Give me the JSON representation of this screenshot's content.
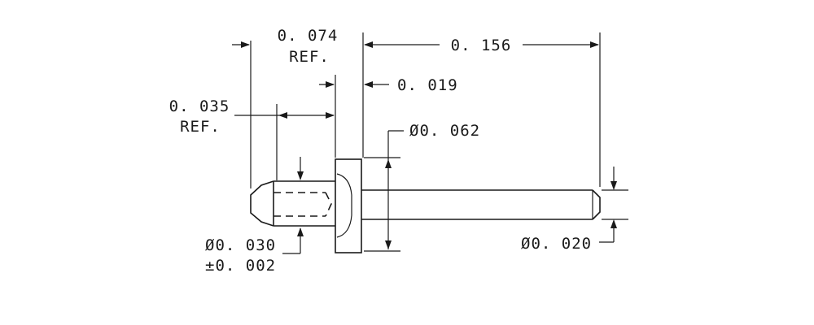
{
  "drawing": {
    "overall_length": "0. 156",
    "flange_offset": "0. 074",
    "flange_offset_ref": "REF.",
    "tip_length": "0. 035",
    "tip_length_ref": "REF.",
    "flange_thickness": "0. 019",
    "flange_diameter": "Ø0. 062",
    "tip_diameter": "Ø0. 030",
    "tip_diameter_tol": "±0. 002",
    "pin_diameter": "Ø0. 020"
  }
}
